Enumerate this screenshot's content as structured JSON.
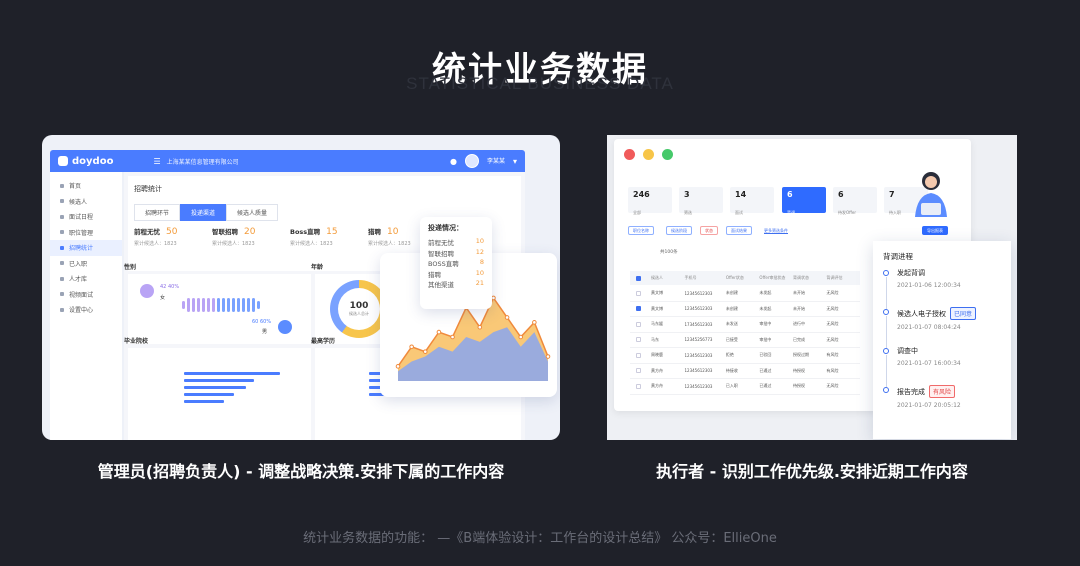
{
  "header": {
    "title": "统计业务数据",
    "subtitle_en": "STATISTICAL BUSINESS DATA"
  },
  "panel_manager": {
    "app": {
      "logo": "doydoo",
      "company": "上海某某信息管理有限公司",
      "user": "李某某"
    },
    "sidebar": [
      {
        "label": "首页"
      },
      {
        "label": "候选人"
      },
      {
        "label": "面试日程"
      },
      {
        "label": "职位管理"
      },
      {
        "label": "招聘统计",
        "active": true
      },
      {
        "label": "已入职"
      },
      {
        "label": "人才库"
      },
      {
        "label": "视频面试"
      },
      {
        "label": "设置中心"
      }
    ],
    "section_title": "招聘统计",
    "tabs": [
      "招聘环节",
      "投递渠道",
      "候选人质量"
    ],
    "stats": [
      {
        "label": "前程无忧",
        "value": "50",
        "sub": "累计候选人：1823"
      },
      {
        "label": "智联招聘",
        "value": "20",
        "sub": "累计候选人：1823"
      },
      {
        "label": "Boss直聘",
        "value": "15",
        "sub": "累计候选人：1823"
      },
      {
        "label": "猎聘",
        "value": "10",
        "sub": "累计候选人：1823"
      }
    ],
    "cards": {
      "gender": "性别",
      "age": "年龄",
      "school": "毕业院校",
      "degree": "最高学历"
    },
    "gender": {
      "female_pct": "42  40%",
      "female_label": "女",
      "male_pct": "60  60%",
      "male_label": "男"
    },
    "donut": {
      "value": "100",
      "label": "候选人总计"
    },
    "legend": {
      "title": "投递情况：",
      "items": [
        {
          "name": "前程无忧",
          "value": "10"
        },
        {
          "name": "智联招聘",
          "value": "12"
        },
        {
          "name": "BOSS直聘",
          "value": "8"
        },
        {
          "name": "猎聘",
          "value": "10"
        },
        {
          "name": "其他渠道",
          "value": "21"
        }
      ]
    },
    "area_chart": {
      "series_a": [
        6,
        14,
        12,
        20,
        18,
        30,
        22,
        34,
        26,
        18,
        24,
        10
      ],
      "series_b": [
        4,
        8,
        10,
        14,
        12,
        18,
        16,
        20,
        22,
        14,
        20,
        8
      ],
      "colors": {
        "a": "#f7b54a",
        "b": "#7aa2ff",
        "line": "#f08a3c"
      }
    },
    "caption": "管理员(招聘负责人) - 调整战略决策.安排下属的工作内容"
  },
  "panel_executor": {
    "kpis": [
      {
        "value": "246",
        "label": "全部"
      },
      {
        "value": "3",
        "label": "筛选"
      },
      {
        "value": "14",
        "label": "面试"
      },
      {
        "value": "6",
        "label": "背调",
        "active": true
      },
      {
        "value": "6",
        "label": "待发Offer"
      },
      {
        "value": "7",
        "label": "待入职"
      }
    ],
    "filters": [
      "职位名称",
      "候选阶段",
      "状态",
      "面试结果"
    ],
    "filter_link": "更多筛选条件",
    "filter_primary": "导出报表",
    "summary": "共100条",
    "table_header": [
      "候选人",
      "手机号",
      "Offer状态",
      "Offer审批状态",
      "背调状态",
      "背调评估"
    ],
    "rows": [
      {
        "name": "黄文博",
        "phone": "12345612303",
        "offer": "未创建",
        "approval": "未发起",
        "bg": "未开始",
        "eval": "无风险",
        "checked": false
      },
      {
        "name": "黄文博",
        "phone": "12345612303",
        "offer": "未创建",
        "approval": "未发起",
        "bg": "未开始",
        "eval": "无风险",
        "checked": true
      },
      {
        "name": "马东媛",
        "phone": "17345612303",
        "offer": "未发送",
        "approval": "审批中",
        "bg": "进行中",
        "eval": "无风险",
        "checked": false
      },
      {
        "name": "马东",
        "phone": "12345256773",
        "offer": "已接受",
        "approval": "审批中",
        "bg": "已完成",
        "eval": "无风险",
        "checked": false
      },
      {
        "name": "周晓鹿",
        "phone": "12345612303",
        "offer": "拒绝",
        "approval": "已驳回",
        "bg": "授权过期",
        "eval": "有风险",
        "checked": false
      },
      {
        "name": "黄方舟",
        "phone": "12345612303",
        "offer": "待接收",
        "approval": "已通过",
        "bg": "待授权",
        "eval": "有风险",
        "checked": false
      },
      {
        "name": "黄方舟",
        "phone": "12345612303",
        "offer": "已入职",
        "approval": "已通过",
        "bg": "待授权",
        "eval": "无风险",
        "checked": false
      }
    ],
    "process": {
      "title": "背调进程",
      "steps": [
        {
          "label": "发起背调",
          "time": "2021-01-06  12:00:34",
          "tag": "",
          "tag_type": ""
        },
        {
          "label": "候选人电子授权",
          "time": "2021-01-07  08:04:24",
          "tag": "已同意",
          "tag_type": "blue"
        },
        {
          "label": "调查中",
          "time": "2021-01-07  16:00:34",
          "tag": "",
          "tag_type": ""
        },
        {
          "label": "报告完成",
          "time": "2021-01-07  20:05:12",
          "tag": "有风险",
          "tag_type": "red"
        }
      ]
    },
    "caption": "执行者 - 识别工作优先级.安排近期工作内容"
  },
  "footer": "统计业务数据的功能：  —《B端体验设计：工作台的设计总结》 公众号：EllieOne"
}
